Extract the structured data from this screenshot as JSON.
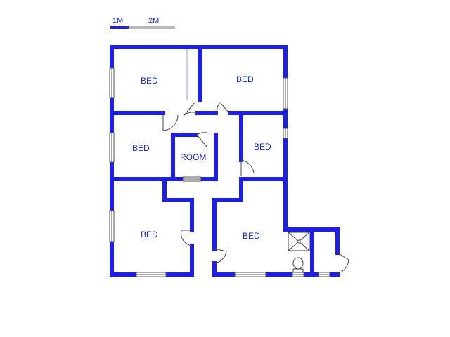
{
  "scale_bar": {
    "first_label": "1M",
    "second_label": "2M"
  },
  "rooms": {
    "bed_top_left": "BED",
    "bed_top_right": "BED",
    "bed_middle_left": "BED",
    "room_center": "ROOM",
    "bed_middle_right": "BED",
    "bed_bottom_left": "BED",
    "bed_bottom_right": "BED"
  },
  "colors": {
    "wall": "#1f1fe0",
    "label": "#1f2fb8",
    "fixture": "#555555",
    "scale_light": "#b8b8b8"
  }
}
